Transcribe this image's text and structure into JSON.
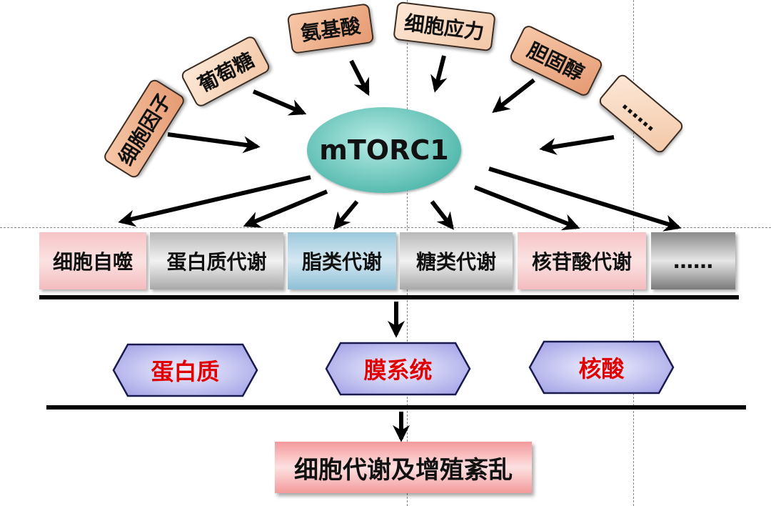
{
  "inputs": [
    {
      "label": "细胞因子",
      "style": "dark"
    },
    {
      "label": "葡萄糖",
      "style": "light"
    },
    {
      "label": "氨基酸",
      "style": "dark"
    },
    {
      "label": "细胞应力",
      "style": "light"
    },
    {
      "label": "胆固醇",
      "style": "dark"
    },
    {
      "label": "……",
      "style": "light"
    }
  ],
  "center": {
    "label": "mTORC1",
    "color": "#52b8ac"
  },
  "processes": [
    {
      "label": "细胞自噬",
      "color": "#f6c4c6"
    },
    {
      "label": "蛋白质代谢",
      "color": "#b8b8b8"
    },
    {
      "label": "脂类代谢",
      "color": "#9cc8dc"
    },
    {
      "label": "糖类代谢",
      "color": "#b8b8b8"
    },
    {
      "label": "核苷酸代谢",
      "color": "#f6c4c6"
    },
    {
      "label": "……",
      "color": "#8a8a8a"
    }
  ],
  "products": [
    {
      "label": "蛋白质"
    },
    {
      "label": "膜系统"
    },
    {
      "label": "核酸"
    }
  ],
  "result": {
    "label": "细胞代谢及增殖紊乱",
    "color": "#f49a9c"
  },
  "colors": {
    "product_text": "#e00000",
    "product_fill": "#c8c8f4"
  }
}
